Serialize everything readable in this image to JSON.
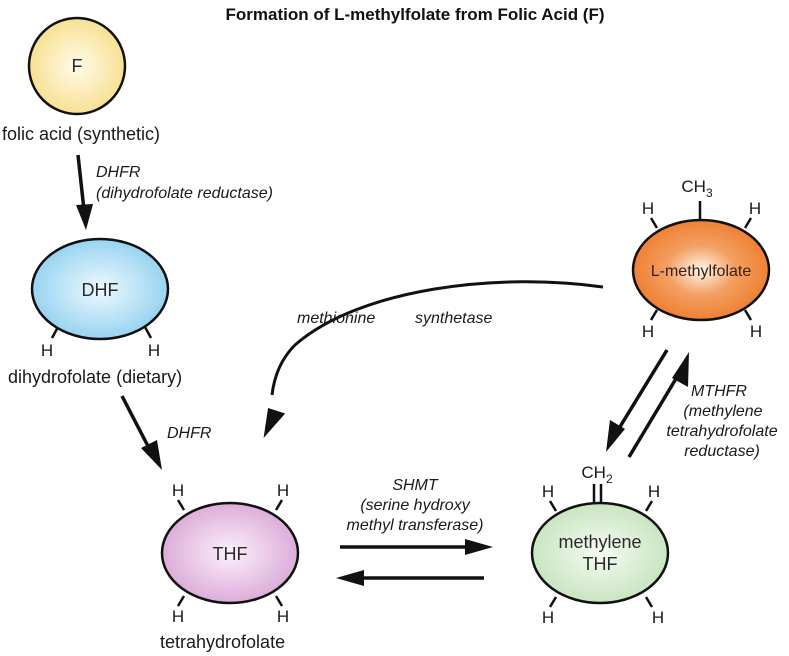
{
  "title": "Formation of L-methylfolate from Folic Acid (F)",
  "nodes": {
    "folic_acid": {
      "symbol": "F",
      "label": "folic acid (synthetic)",
      "color": "#f7de8a"
    },
    "dhf": {
      "symbol": "DHF",
      "label": "dihydrofolate (dietary)",
      "color": "#8fd0ef",
      "atoms": [
        "H",
        "H"
      ]
    },
    "thf": {
      "symbol": "THF",
      "label": "tetrahydrofolate",
      "color": "#d9a6d6",
      "atoms": [
        "H",
        "H",
        "H",
        "H"
      ]
    },
    "methylene_thf": {
      "line1": "methylene",
      "line2": "THF",
      "color": "#c4e3bb",
      "group": "CH",
      "group_sub": "2",
      "atoms": [
        "H",
        "H",
        "H",
        "H"
      ]
    },
    "l_methylfolate": {
      "symbol": "L-methylfolate",
      "color": "#ee7a2a",
      "group": "CH",
      "group_sub": "3",
      "atoms": [
        "H",
        "H",
        "H",
        "H"
      ]
    }
  },
  "enzymes": {
    "dhfr_1_name": "DHFR",
    "dhfr_1_full": "(dihydrofolate reductase)",
    "dhfr_2_name": "DHFR",
    "methionine_synthetase_1": "methionine",
    "methionine_synthetase_2": "synthetase",
    "shmt_name": "SHMT",
    "shmt_full_1": "(serine hydroxy",
    "shmt_full_2": "methyl transferase)",
    "mthfr_name": "MTHFR",
    "mthfr_full_1": "(methylene",
    "mthfr_full_2": "tetrahydrofolate",
    "mthfr_full_3": "reductase)"
  }
}
